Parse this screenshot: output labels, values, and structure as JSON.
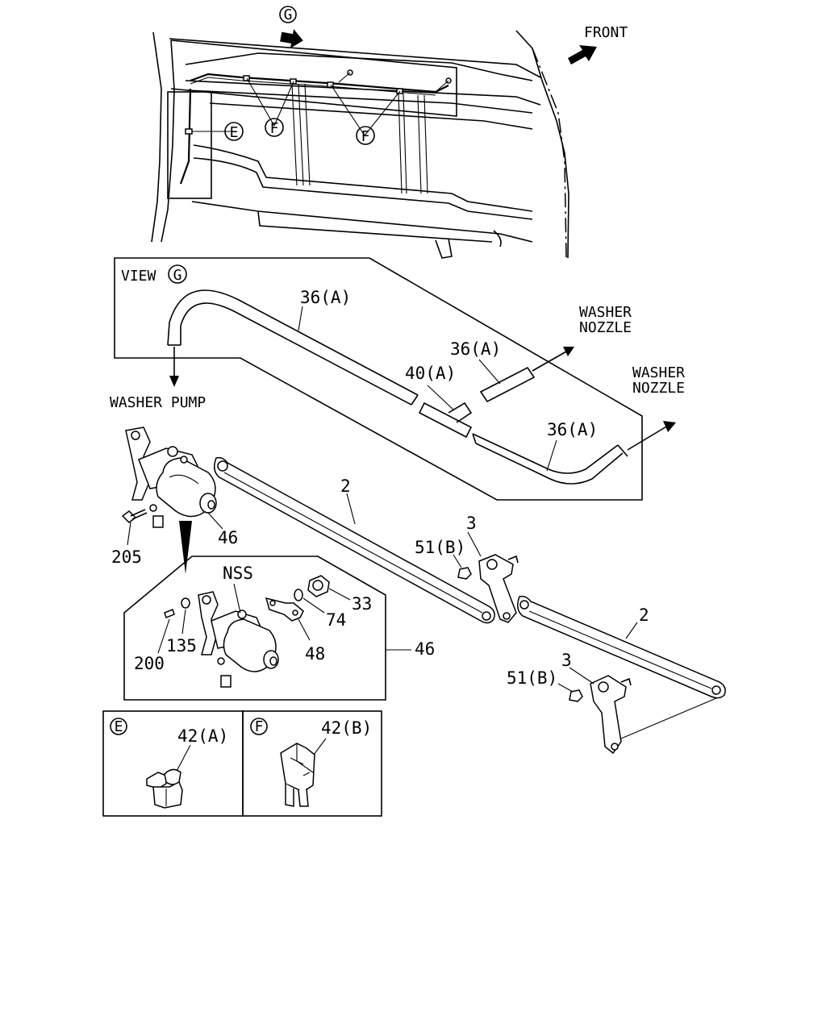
{
  "labels": {
    "front": "FRONT",
    "view_g_title": "VIEW",
    "view_g_letter": "G",
    "view_marker_top": "G",
    "washer_pump": "WASHER PUMP",
    "washer_nozzle_1_line1": "WASHER",
    "washer_nozzle_1_line2": "NOZZLE",
    "washer_nozzle_2_line1": "WASHER",
    "washer_nozzle_2_line2": "NOZZLE",
    "hose_36a_1": "36(A)",
    "hose_36a_2": "36(A)",
    "hose_36a_3": "36(A)",
    "joint_40a": "40(A)",
    "callout_e_top": "E",
    "callout_f_top_1": "F",
    "callout_f_top_2": "F",
    "link_2_a": "2",
    "link_2_b": "2",
    "pivot_3_a": "3",
    "pivot_3_b": "3",
    "nut_51b_a": "51(B)",
    "nut_51b_b": "51(B)",
    "motor_46": "46",
    "bolt_205": "205",
    "nss": "NSS",
    "part_33": "33",
    "part_74": "74",
    "part_48": "48",
    "part_135": "135",
    "part_200": "200",
    "assy_46": "46",
    "box_e_letter": "E",
    "box_e_part": "42(A)",
    "box_f_letter": "F",
    "box_f_part": "42(B)"
  }
}
